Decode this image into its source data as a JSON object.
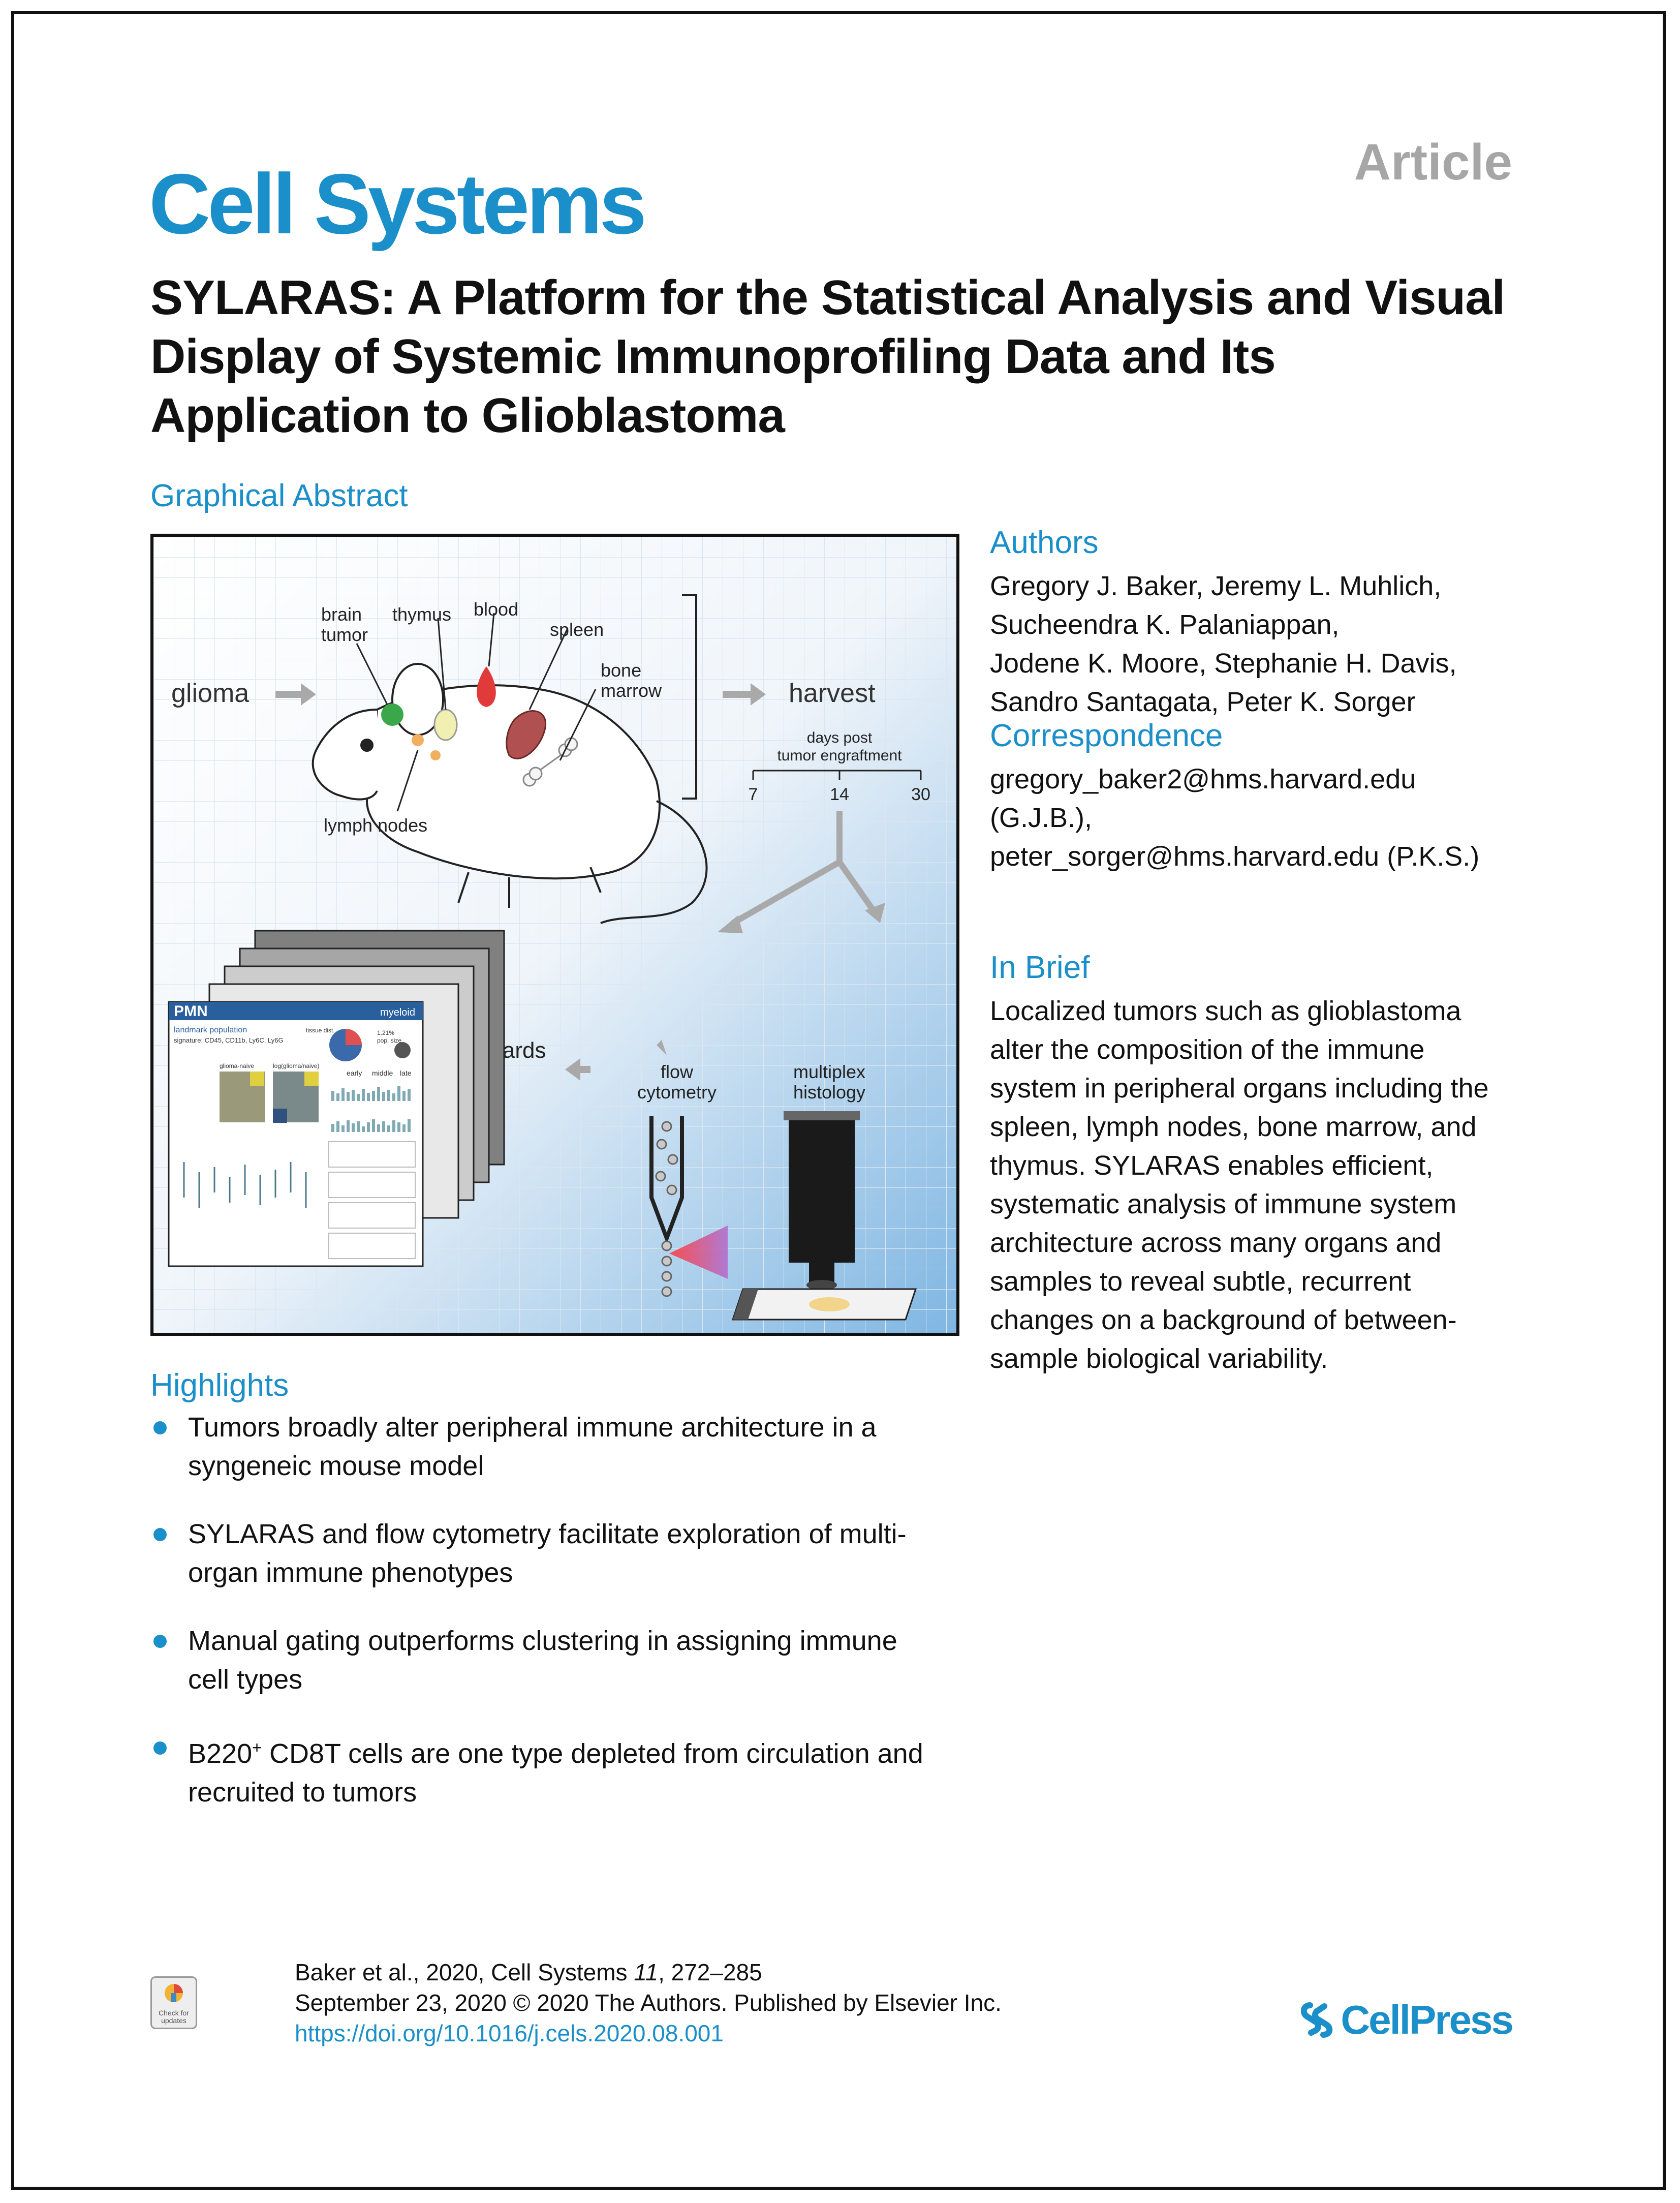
{
  "header": {
    "journal": "Cell Systems",
    "article_type": "Article",
    "title": "SYLARAS: A Platform for the Statistical Analysis and Visual Display of Systemic Immunoprofiling Data and Its Application to Glioblastoma"
  },
  "graphical_abstract": {
    "heading": "Graphical Abstract",
    "labels": {
      "brain_tumor_1": "brain",
      "brain_tumor_2": "tumor",
      "thymus": "thymus",
      "blood": "blood",
      "spleen": "spleen",
      "bone_marrow_1": "bone",
      "bone_marrow_2": "marrow",
      "glioma": "glioma",
      "harvest": "harvest",
      "lymph_nodes": "lymph nodes",
      "days_post_1": "days post",
      "days_post_2": "tumor engraftment",
      "day_7": "7",
      "day_14": "14",
      "day_30": "30",
      "dashboards": "SYLARAS Dashboards",
      "flow_1": "flow",
      "flow_2": "cytometry",
      "multiplex_1": "multiplex",
      "multiplex_2": "histology",
      "pmn": "PMN",
      "myeloid": "myeloid",
      "landmark": "landmark population",
      "signature": "signature: CD45, CD11b, Ly6C, Ly6G",
      "tissue_dist": "tissue dist.",
      "pop_size": "pop. size",
      "pct": "1.21%",
      "glioma_naive": "glioma-naive",
      "log_ratio": "log(glioma/naive)",
      "early": "early",
      "middle": "middle",
      "late": "late"
    }
  },
  "authors": {
    "heading": "Authors",
    "lines": [
      "Gregory J. Baker, Jeremy L. Muhlich,",
      "Sucheendra K. Palaniappan,",
      "Jodene K. Moore, Stephanie H. Davis,",
      "Sandro Santagata, Peter K. Sorger"
    ]
  },
  "correspondence": {
    "heading": "Correspondence",
    "lines": [
      "gregory_baker2@hms.harvard.edu",
      "(G.J.B.),",
      "peter_sorger@hms.harvard.edu (P.K.S.)"
    ]
  },
  "in_brief": {
    "heading": "In Brief",
    "lines": [
      "Localized tumors such as glioblastoma",
      "alter the composition of the immune",
      "system in peripheral organs including the",
      "spleen, lymph nodes, bone marrow, and",
      "thymus. SYLARAS enables efficient,",
      "systematic analysis of immune system",
      "architecture across many organs and",
      "samples to reveal subtle, recurrent",
      "changes on a background of between-",
      "sample biological variability."
    ]
  },
  "highlights": {
    "heading": "Highlights",
    "items": [
      {
        "l1": "Tumors broadly alter peripheral immune architecture in a",
        "l2": "syngeneic mouse model"
      },
      {
        "l1": "SYLARAS and flow cytometry facilitate exploration of multi-",
        "l2": "organ immune phenotypes"
      },
      {
        "l1": "Manual gating outperforms clustering in assigning immune",
        "l2": "cell types"
      },
      {
        "l1a": "B220",
        "l1sup": "+",
        "l1b": " CD8T cells are one type depleted from circulation and",
        "l2": "recruited to tumors"
      }
    ]
  },
  "footer": {
    "citation_pre": "Baker et al., 2020, Cell Systems ",
    "volume": "11",
    "citation_post": ", 272–285",
    "date_line": "September 23, 2020 © 2020 The Authors. Published by Elsevier Inc.",
    "doi": "https://doi.org/10.1016/j.cels.2020.08.001",
    "check_1": "Check for",
    "check_2": "updates",
    "publisher": "CellPress"
  },
  "colors": {
    "accent": "#1a8fc9",
    "article_gray": "#a6a6a6"
  }
}
